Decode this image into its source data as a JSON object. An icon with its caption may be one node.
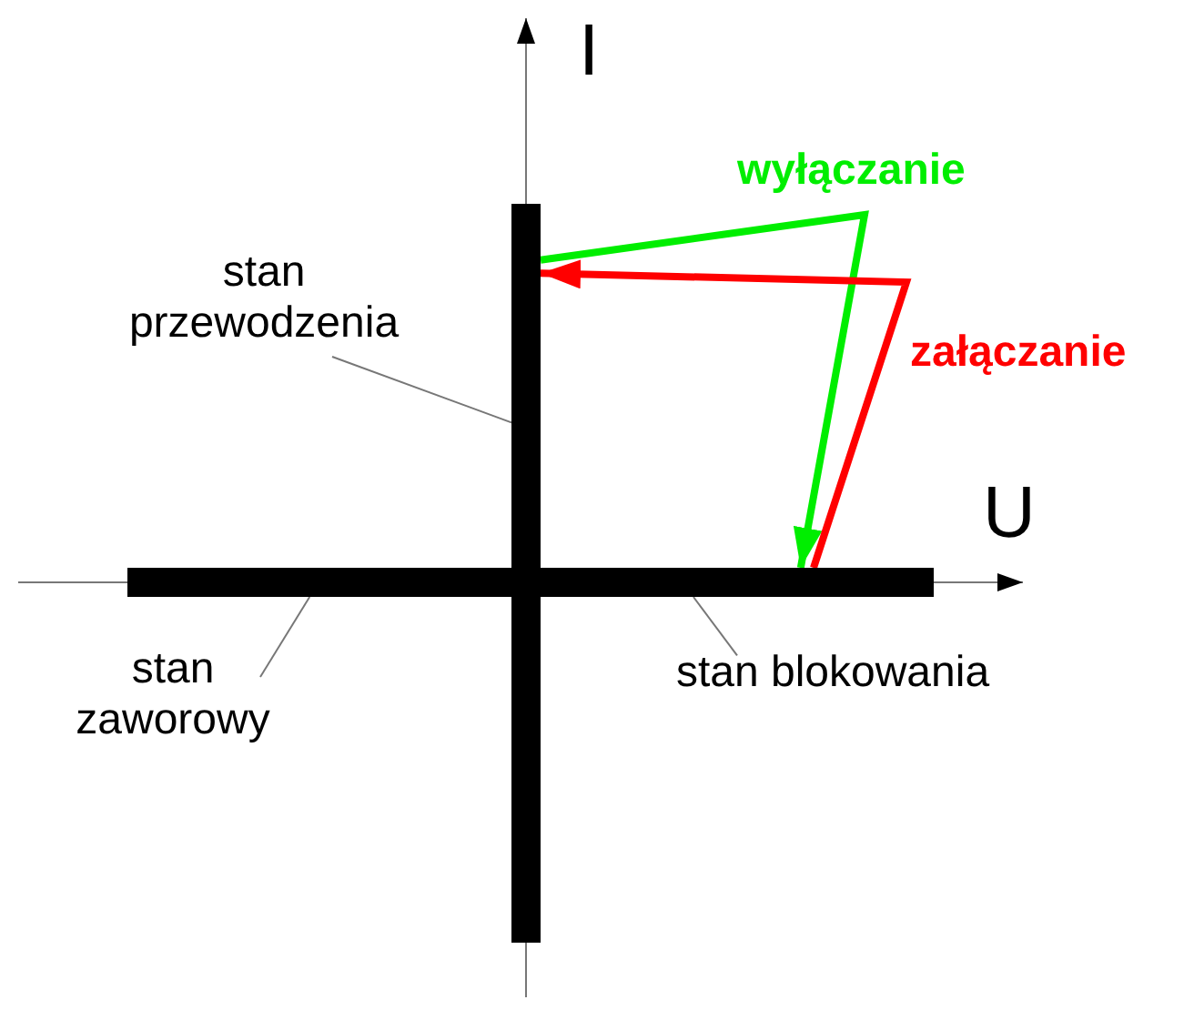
{
  "diagram": {
    "nodes": [
      {
        "text": [
          "stan przewodzenia"
        ]
      },
      {
        "text": [],
        "shape": "bar"
      },
      {
        "text": [
          "stan zaworowy"
        ]
      },
      {
        "text": [],
        "shape": "bar"
      },
      {
        "text": [
          "stan blokowania"
        ]
      }
    ],
    "edges": [
      {
        "from": 0,
        "to": 1,
        "arrow": "none"
      },
      {
        "from": 2,
        "to": 3,
        "arrow": "none"
      },
      {
        "from": 4,
        "to": 3,
        "arrow": "none"
      },
      {
        "from": 1,
        "to": 3,
        "arrow": "to",
        "label": "wyłączanie",
        "style": "thick",
        "color": "#00ee00"
      },
      {
        "from": 3,
        "to": 1,
        "arrow": "to",
        "label": "załączanie",
        "style": "thick",
        "color": "#ff0000"
      }
    ],
    "labels": [
      "I",
      "U"
    ]
  }
}
